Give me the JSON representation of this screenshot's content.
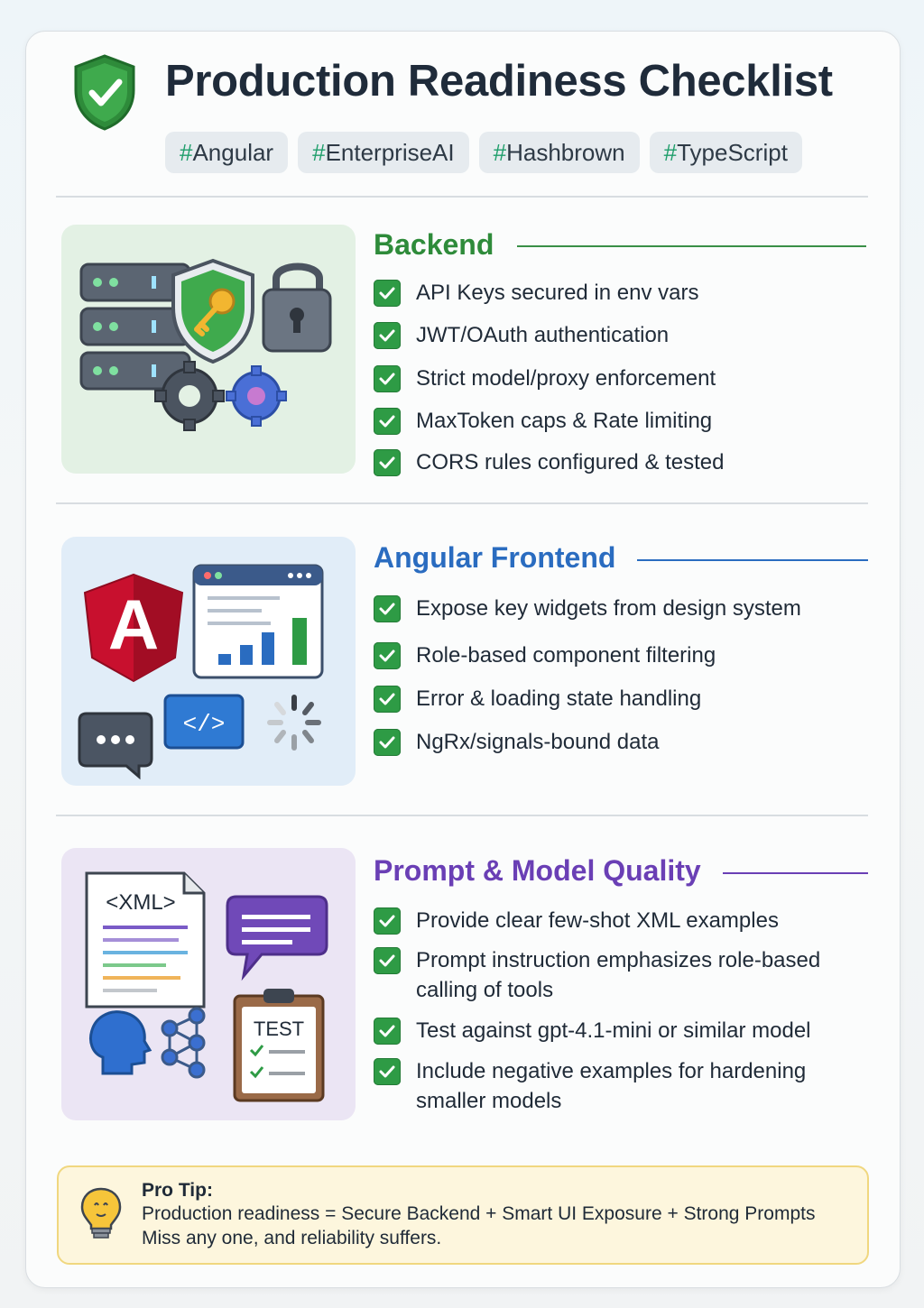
{
  "header": {
    "title": "Production Readiness Checklist",
    "tags": [
      "Angular",
      "EnterpriseAI",
      "Hashbrown",
      "TypeScript"
    ]
  },
  "sections": [
    {
      "title": "Backend",
      "color": "#2e8b3a",
      "items": [
        "API Keys secured in env vars",
        "JWT/OAuth authentication",
        "Strict model/proxy enforcement",
        "MaxToken caps & Rate limiting",
        "CORS rules configured & tested"
      ]
    },
    {
      "title": "Angular Frontend",
      "color": "#2a6cc0",
      "items": [
        "Expose key widgets from design system",
        "Role-based component filtering",
        "Error & loading state handling",
        "NgRx/signals-bound data"
      ]
    },
    {
      "title": "Prompt & Model Quality",
      "color": "#6a3fb5",
      "items": [
        "Provide clear few-shot XML examples",
        "Prompt instruction emphasizes role-based calling of tools",
        "Test against gpt-4.1-mini or similar model",
        "Include negative examples for hardening smaller models"
      ]
    }
  ],
  "illustrations": {
    "angular_logo": "A",
    "code_icon": "</>",
    "xml_label": "<XML>",
    "test_label": "TEST"
  },
  "tip": {
    "title": "Pro Tip:",
    "line1": "Production readiness = Secure Backend + Smart UI Exposure + Strong Prompts",
    "line2": "Miss any one, and reliability suffers."
  },
  "icons": {
    "header": "shield-check-icon",
    "checkbox": "check-icon",
    "tip": "lightbulb-icon"
  }
}
